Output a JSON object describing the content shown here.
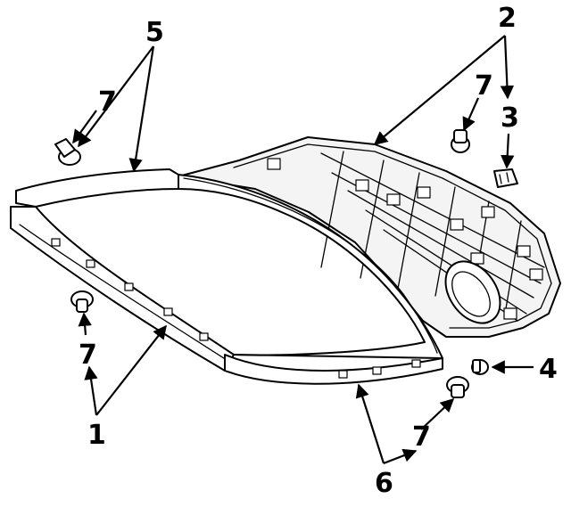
{
  "callouts": {
    "c1": "1",
    "c2": "2",
    "c3": "3",
    "c4": "4",
    "c5": "5",
    "c6": "6",
    "c7a": "7",
    "c7b": "7",
    "c7c": "7",
    "c7d": "7"
  }
}
